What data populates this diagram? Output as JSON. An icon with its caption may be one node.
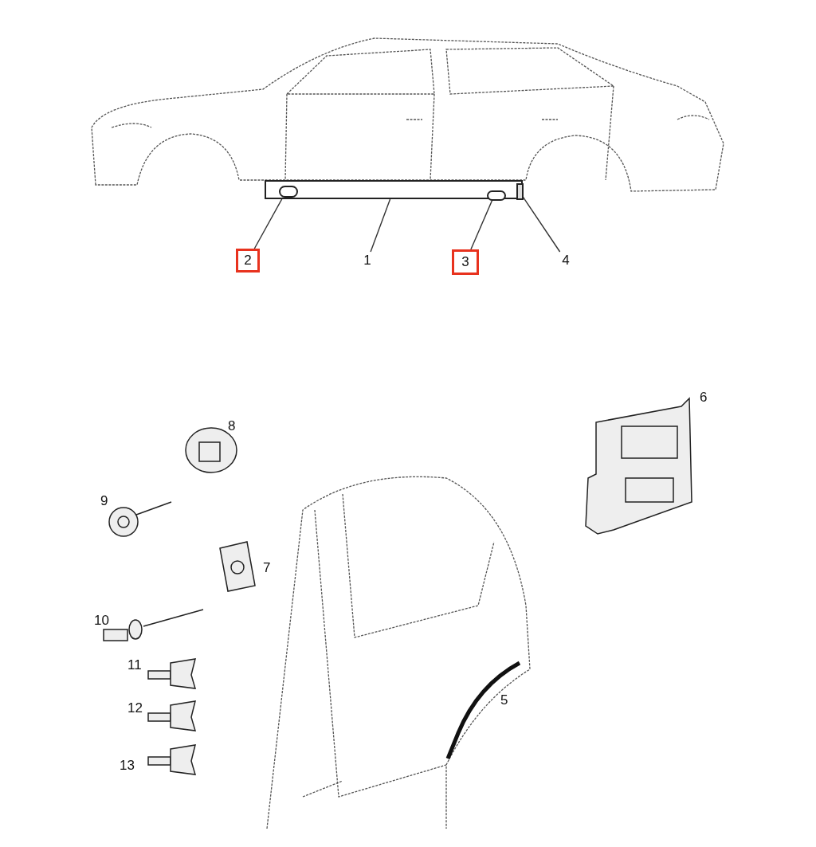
{
  "diagram": {
    "nodes": [
      {
        "text": [
          "2"
        ]
      },
      {
        "text": [
          "1"
        ]
      },
      {
        "text": [
          "3"
        ]
      },
      {
        "text": [
          "4"
        ]
      },
      {
        "text": [],
        "shape": "bar"
      },
      {
        "text": [],
        "shape": "circle",
        "in": 4
      },
      {
        "text": [],
        "shape": "circle",
        "in": 4
      },
      {
        "text": [],
        "shape": "box",
        "in": 4
      }
    ],
    "edges": [
      {
        "from": 0,
        "to": 5,
        "arrow": "none"
      },
      {
        "from": 1,
        "to": 4,
        "arrow": "none"
      },
      {
        "from": 2,
        "to": 6,
        "arrow": "none"
      },
      {
        "from": 3,
        "to": 7,
        "arrow": "none"
      }
    ],
    "labels": [
      "6",
      "8",
      "9",
      "7",
      "10",
      "11",
      "12",
      "5",
      "13"
    ]
  }
}
